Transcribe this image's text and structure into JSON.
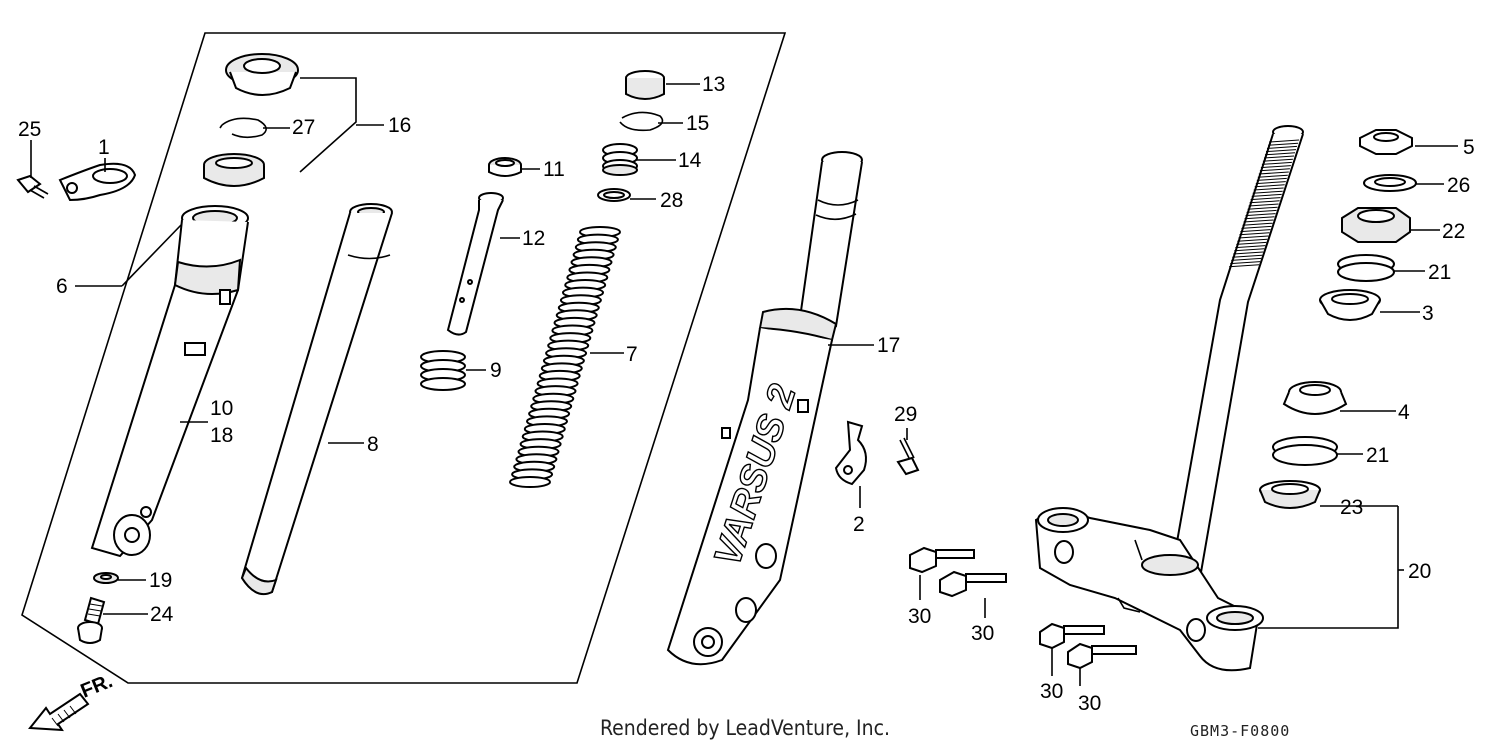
{
  "callouts": {
    "c1": "1",
    "c2": "2",
    "c3": "3",
    "c4": "4",
    "c5": "5",
    "c6": "6",
    "c7": "7",
    "c8": "8",
    "c9": "9",
    "c10": "10",
    "c11": "11",
    "c12": "12",
    "c13": "13",
    "c14": "14",
    "c15": "15",
    "c16": "16",
    "c17": "17",
    "c18": "18",
    "c19": "19",
    "c20": "20",
    "c21a": "21",
    "c21b": "21",
    "c22": "22",
    "c23": "23",
    "c24": "24",
    "c25": "25",
    "c26": "26",
    "c27": "27",
    "c28": "28",
    "c29": "29",
    "c30a": "30",
    "c30b": "30",
    "c30c": "30",
    "c30d": "30"
  },
  "front_arrow": "FR.",
  "decal_text": "VARSUS 2",
  "footer": {
    "credit": "Rendered by LeadVenture, Inc.",
    "code": "GBM3-F0800"
  }
}
